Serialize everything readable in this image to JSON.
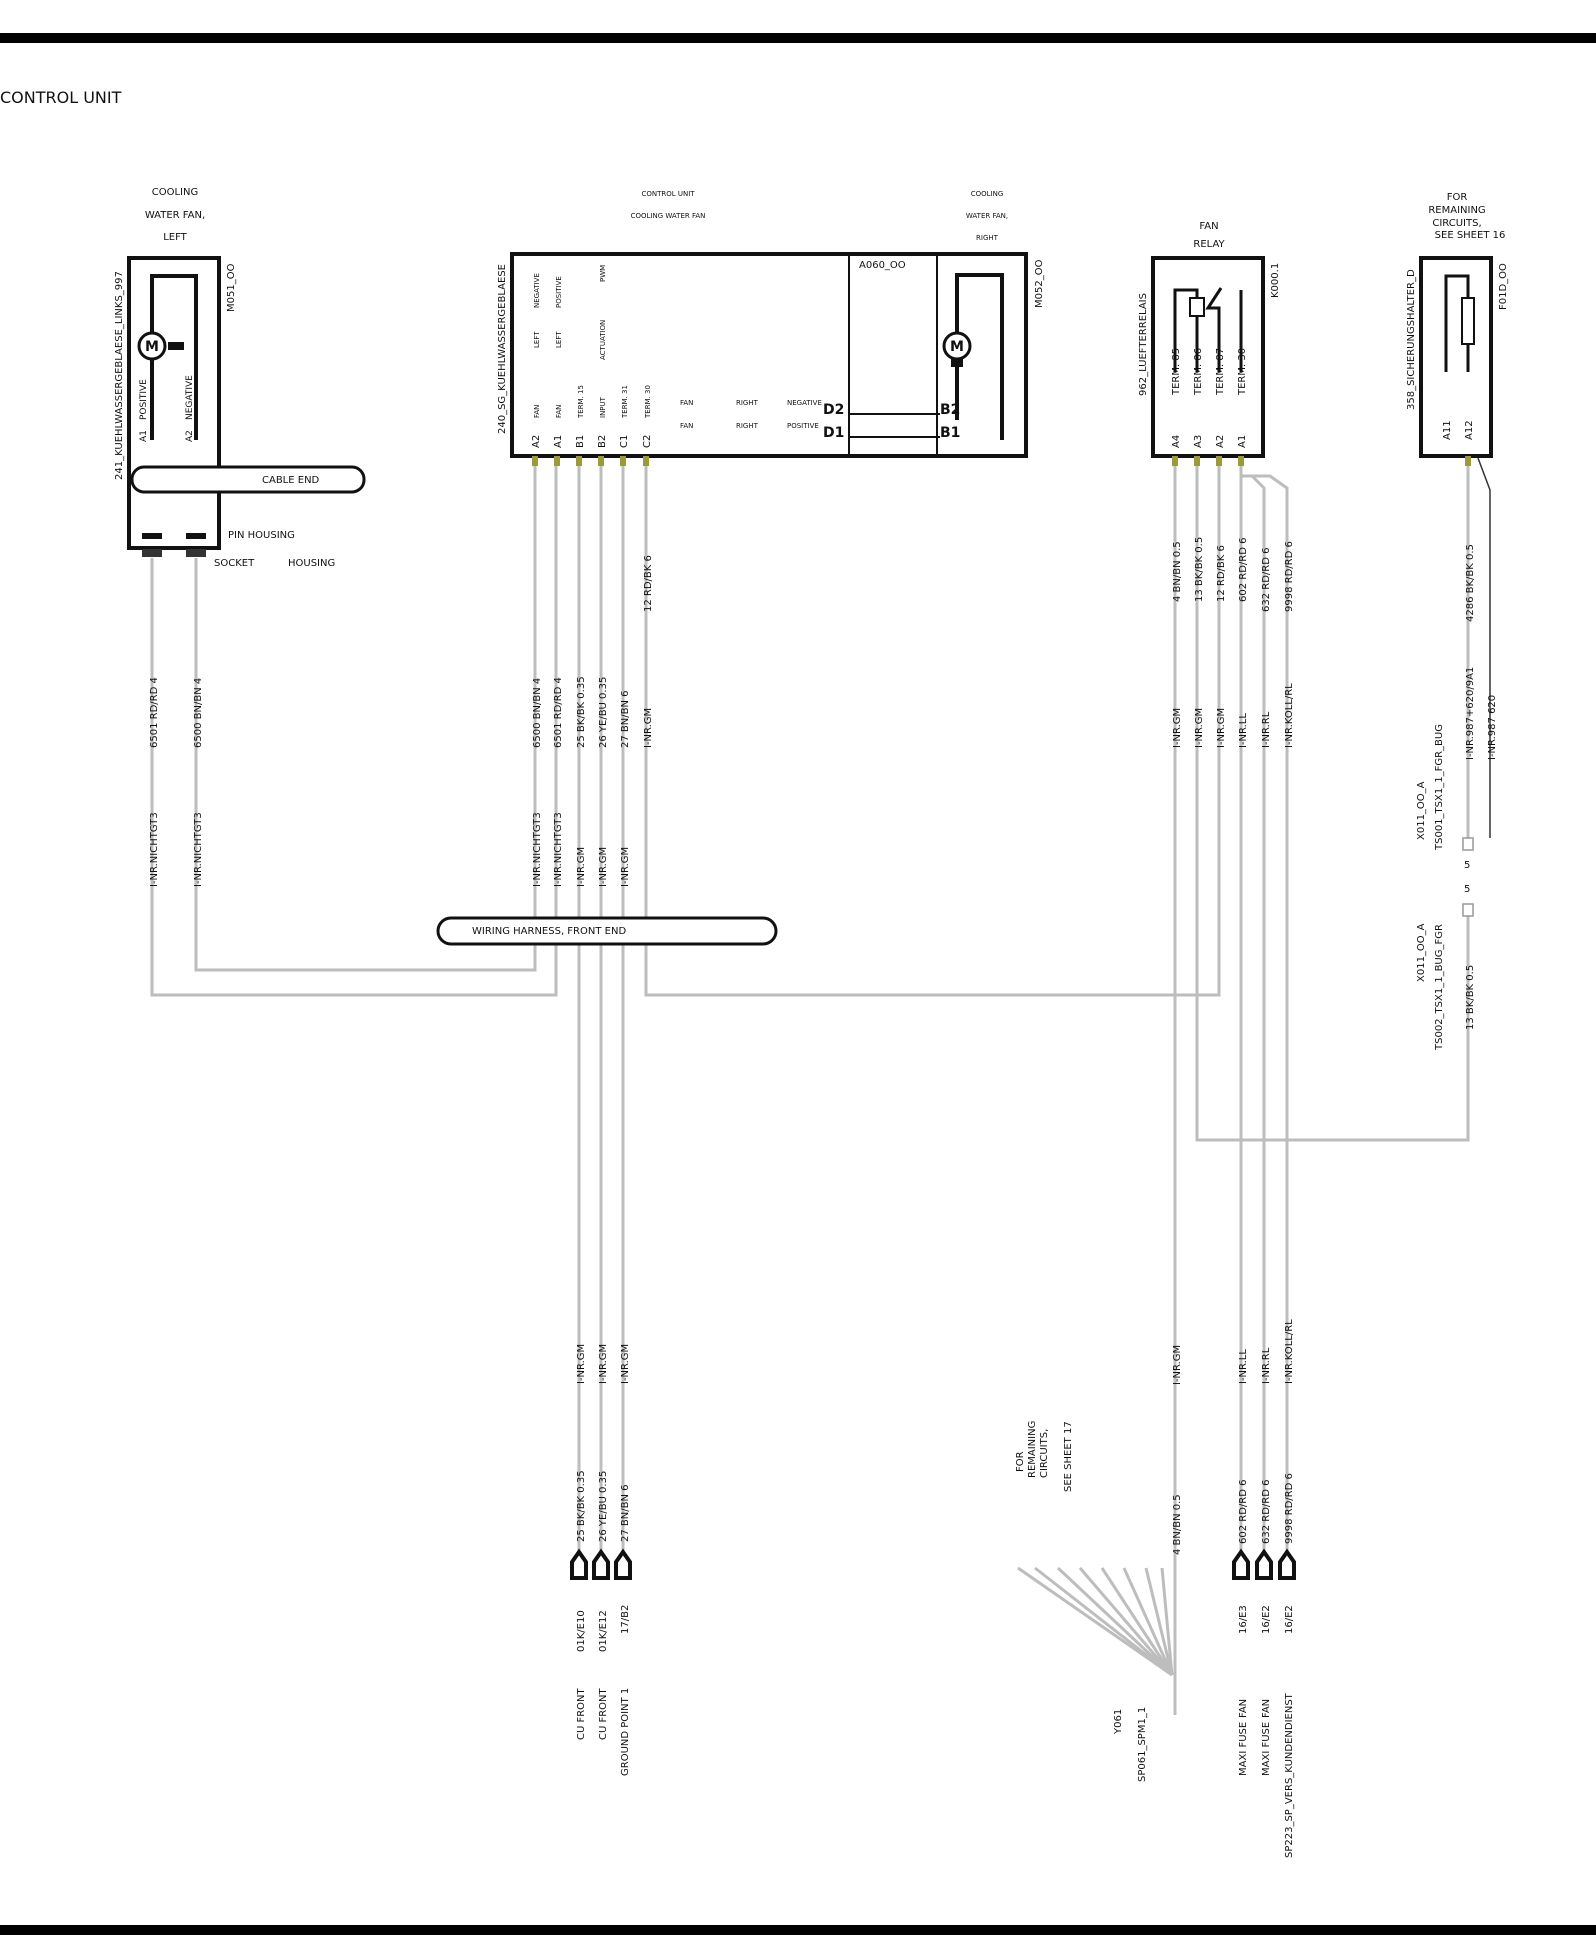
{
  "page": {
    "title": "CONTROL UNIT"
  },
  "fan_left": {
    "heading": [
      "COOLING",
      "WATER FAN,",
      "LEFT"
    ],
    "id": "241_KUEHLWASSERGEBLAESE_LINKS_997",
    "code": "M051_OO",
    "pins": [
      "A1",
      "A2"
    ],
    "pin_labels": [
      "POSITIVE",
      "NEGATIVE"
    ],
    "cable_end": "CABLE END",
    "pin_housing": "PIN HOUSING",
    "socket": "SOCKET",
    "housing": "HOUSING",
    "wires": [
      "6501 RD/RD 4",
      "6500 BN/BN 4"
    ],
    "lines": [
      "I-NR.NICHTGT3",
      "I-NR.NICHTGT3"
    ]
  },
  "control_unit": {
    "heading": [
      "CONTROL UNIT",
      "COOLING WATER FAN"
    ],
    "id": "240_SG_KUEHLWASSERGEBLAESE",
    "sub_code": "A060_OO",
    "pins": [
      "A2",
      "A1",
      "B1",
      "B2",
      "C1",
      "C2"
    ],
    "pin_func_a": [
      "FAN",
      "FAN",
      "TERM. 15",
      "INPUT",
      "TERM. 31",
      "TERM. 30"
    ],
    "pin_func_b": [
      "LEFT",
      "LEFT",
      "",
      "ACTUATION",
      "",
      ""
    ],
    "pin_func_c": [
      "NEGATIVE",
      "POSITIVE",
      "",
      "PWM",
      "",
      ""
    ],
    "right_rows": [
      {
        "a": "FAN",
        "b": "RIGHT",
        "c": "NEGATIVE",
        "pin": "D2"
      },
      {
        "a": "FAN",
        "b": "RIGHT",
        "c": "POSITIVE",
        "pin": "D1"
      }
    ],
    "wires": [
      "6500 BN/BN 4",
      "6501 RD/RD 4",
      "25 BK/BK 0.35",
      "26 YE/BU 0.35",
      "27 BN/BN 6",
      "12 RD/BK 6"
    ],
    "lines": [
      "I-NR.NICHTGT3",
      "I-NR.NICHTGT3",
      "I-NR.GM",
      "I-NR.GM",
      "I-NR.GM",
      "I-NR.GM"
    ]
  },
  "fan_right": {
    "heading": [
      "COOLING",
      "WATER FAN,",
      "RIGHT"
    ],
    "code": "M052_OO",
    "pins": [
      "B2",
      "B1"
    ]
  },
  "harness": {
    "label": "WIRING HARNESS, FRONT END"
  },
  "relay": {
    "heading": [
      "FAN",
      "RELAY"
    ],
    "id": "962_LUEFTERRELAIS",
    "code": "K000.1",
    "pins": [
      "A4",
      "A3",
      "A2",
      "A1"
    ],
    "terms": [
      "TERM. 85",
      "TERM. 86",
      "TERM. 87",
      "TERM. 30"
    ],
    "wires": [
      "4 BN/BN 0.5",
      "13 BK/BK 0.5",
      "12 RD/BK 6",
      "602 RD/RD 6",
      "632 RD/RD 6",
      "9998 RD/RD 6"
    ],
    "lines": [
      "I-NR.GM",
      "I-NR.GM",
      "I-NR.GM",
      "I-NR.LL",
      "I-NR.RL",
      "I-NR.KOLL/RL"
    ]
  },
  "fuse": {
    "heading": [
      "FOR",
      "REMAINING",
      "CIRCUITS,",
      "SEE SHEET  16"
    ],
    "id": "358_SICHERUNGSHALTER_D",
    "code": "F01D_OO",
    "pins": [
      "A11",
      "A12"
    ],
    "wire": "4286 BK/BK 0.5",
    "line1": "I-NR.987+620/9A1",
    "line2": "I-NR.987 620",
    "conn1": [
      "X011_OO_A",
      "TS001_TSX1_1_FGR_BUG"
    ],
    "pin1": "5",
    "pin2": "5",
    "conn2": [
      "X011_OO_A",
      "TS002_TSX1_1_BUG_FGR"
    ],
    "wire2": "13 BK/BK 0.5"
  },
  "bottom_cu": {
    "lines": [
      "I-NR.GM",
      "I-NR.GM",
      "I-NR.GM"
    ],
    "wires": [
      "25 BK/BK 0.35",
      "26 YE/BU 0.35",
      "27 BN/BN 6"
    ],
    "targets": [
      "01K/E10",
      "01K/E12",
      "17/B2"
    ],
    "descs": [
      "CU FRONT",
      "CU FRONT",
      "GROUND POINT 1"
    ]
  },
  "bottom_relay": {
    "note": [
      "FOR",
      "REMAINING",
      "CIRCUITS,",
      "SEE SHEET  17"
    ],
    "splice_line": "I-NR.GM",
    "splice_wire": "4 BN/BN 0.5",
    "splice": [
      "Y061",
      "SP061_SPM1_1"
    ],
    "lines": [
      "I-NR.LL",
      "I-NR.RL",
      "I-NR.KOLL/RL"
    ],
    "wires": [
      "602 RD/RD 6",
      "632 RD/RD 6",
      "9998 RD/RD 6"
    ],
    "targets": [
      "16/E3",
      "16/E2",
      "16/E2"
    ],
    "descs_a": [
      "MAXI FUSE",
      "MAXI FUSE",
      "SP223_SP_VERS_KUNDENDIENST"
    ],
    "descs_b": [
      "FAN",
      "FAN",
      ""
    ]
  },
  "colors": {
    "wire": "#bdbdbd",
    "ink": "#111111",
    "pin_marker": "#9a9a3a"
  }
}
